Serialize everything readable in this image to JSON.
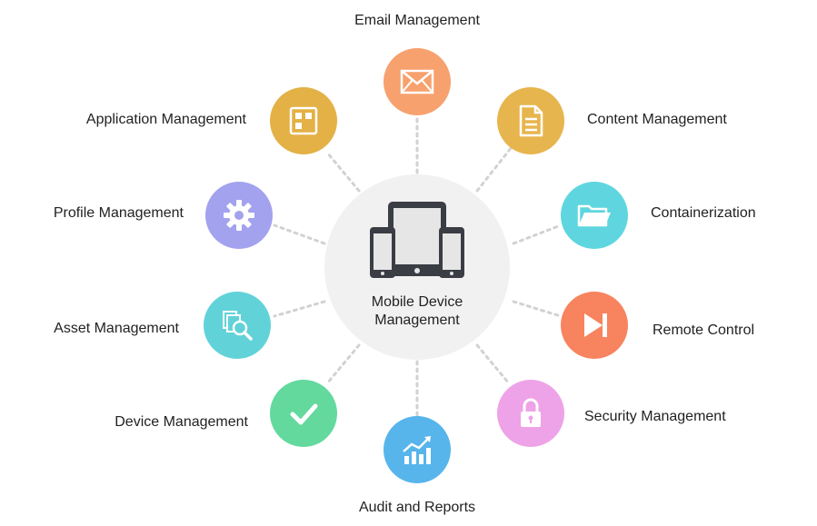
{
  "center": {
    "line1": "Mobile Device",
    "line2": "Management",
    "icon": "mobile-devices-icon"
  },
  "nodes": [
    {
      "key": "email",
      "label": "Email Management",
      "color": "#f7a16e",
      "icon": "envelope-icon"
    },
    {
      "key": "content",
      "label": "Content Management",
      "color": "#e7b54e",
      "icon": "document-icon"
    },
    {
      "key": "containerization",
      "label": "Containerization",
      "color": "#5fd6df",
      "icon": "folder-icon"
    },
    {
      "key": "remote",
      "label": "Remote Control",
      "color": "#f8835f",
      "icon": "skip-forward-icon"
    },
    {
      "key": "security",
      "label": "Security Management",
      "color": "#eea3e8",
      "icon": "lock-icon"
    },
    {
      "key": "audit",
      "label": "Audit and Reports",
      "color": "#57b5ec",
      "icon": "trend-chart-icon"
    },
    {
      "key": "device",
      "label": "Device Management",
      "color": "#63d99e",
      "icon": "checkmark-icon"
    },
    {
      "key": "asset",
      "label": "Asset Management",
      "color": "#62d2d9",
      "icon": "magnifier-stack-icon"
    },
    {
      "key": "profile",
      "label": "Profile Management",
      "color": "#a3a2ef",
      "icon": "gear-icon"
    },
    {
      "key": "application",
      "label": "Application Management",
      "color": "#e3b146",
      "icon": "app-grid-icon"
    }
  ]
}
